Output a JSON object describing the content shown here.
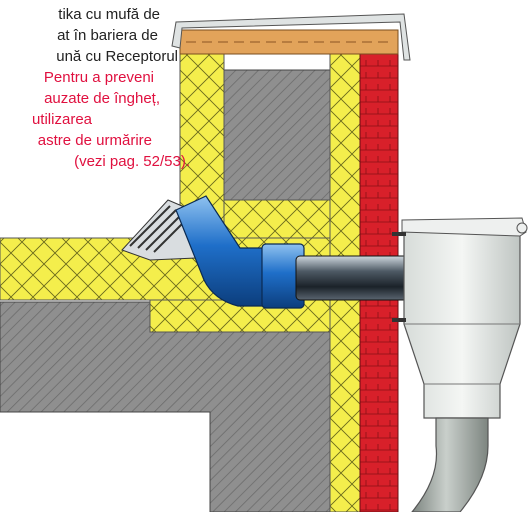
{
  "caption": {
    "lines_black": [
      "tika cu mufă de",
      "at în bariera de",
      "ună cu Receptorul"
    ],
    "lines_red": [
      "Pentru a preveni",
      "auzate de îngheț,",
      "utilizarea",
      "astre de urmărire",
      "(vezi pag. 52/53)."
    ]
  },
  "colors": {
    "accent_text": "#e0103f",
    "insulation": "#f2ec4a",
    "concrete": "#8c8c8c",
    "brick": "#d8202a",
    "pipe": "#1f6fc9",
    "wood": "#e2a35a"
  }
}
